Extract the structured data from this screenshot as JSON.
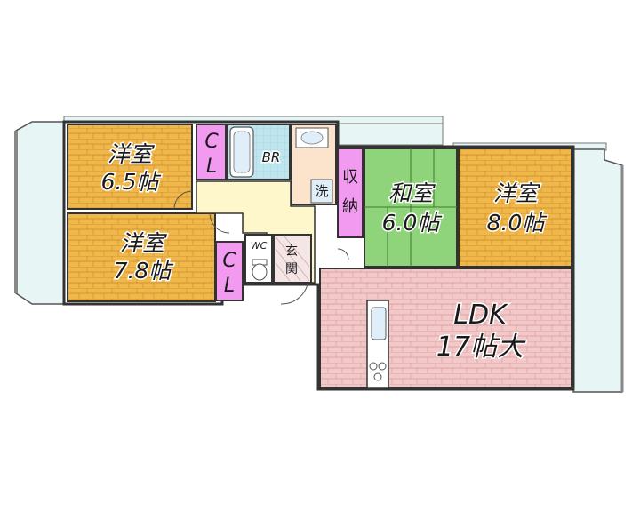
{
  "rooms": {
    "western1": {
      "name": "洋室",
      "size": "6.5帖"
    },
    "western2": {
      "name": "洋室",
      "size": "7.8帖"
    },
    "western3": {
      "name": "洋室",
      "size": "8.0帖"
    },
    "japanese": {
      "name": "和室",
      "size": "6.0帖"
    },
    "ldk": {
      "name": "LDK",
      "size": "17帖大"
    },
    "bath": {
      "name": "BR"
    },
    "toilet": {
      "name": "WC"
    },
    "wash": {
      "name": "洗"
    },
    "entrance": {
      "name": "玄関"
    },
    "storage": {
      "name": "収納"
    },
    "closet1": {
      "name": "CL"
    },
    "closet2": {
      "name": "CL"
    }
  },
  "colors": {
    "western_floor": "#f0b84a",
    "japanese_floor": "#8fd37a",
    "ldk_floor": "#f3c8c8",
    "closet": "#f29af0",
    "balcony": "#e8f5f5",
    "bath": "#bfe6ee",
    "corridor": "#fff7cc",
    "wash_area": "#fbe3cc",
    "wall": "#333333"
  },
  "icons": [
    "bathtub-icon",
    "washbasin-icon",
    "toilet-icon",
    "kitchen-counter-icon",
    "stove-icon",
    "sink-icon"
  ]
}
